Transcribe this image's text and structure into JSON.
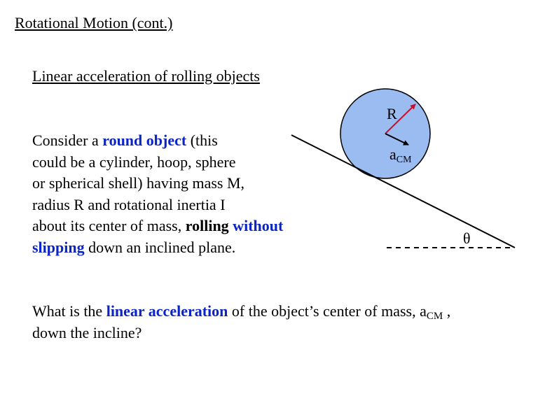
{
  "slide": {
    "title": "Rotational Motion (cont.)",
    "heading": "Linear acceleration of rolling objects"
  },
  "body": {
    "line1_a": "Consider a ",
    "line1_b": "round object",
    "line1_c": " (this",
    "line2": "could be a cylinder, hoop, sphere",
    "line3": "or spherical shell) having mass M,",
    "line4": "radius R and rotational inertia I",
    "line5_a": "about its center of mass, ",
    "line5_b": "rolling",
    "line5_c": " without",
    "line6_a": "slipping",
    "line6_b": " down an inclined plane."
  },
  "question": {
    "line1_a": "What is the ",
    "line1_b": "linear acceleration",
    "line1_c": " of the object’s center of mass, a",
    "line1_sub": "CM",
    "line1_d": " ,",
    "line2": "down the incline?"
  },
  "diagram": {
    "radius_label": "R",
    "accel_label": "a",
    "accel_sub": "CM",
    "angle_label": "θ",
    "colors": {
      "ball_fill": "#9bbcf0",
      "radius_arrow": "#c8102e",
      "text_blue": "#0b24c4"
    }
  }
}
